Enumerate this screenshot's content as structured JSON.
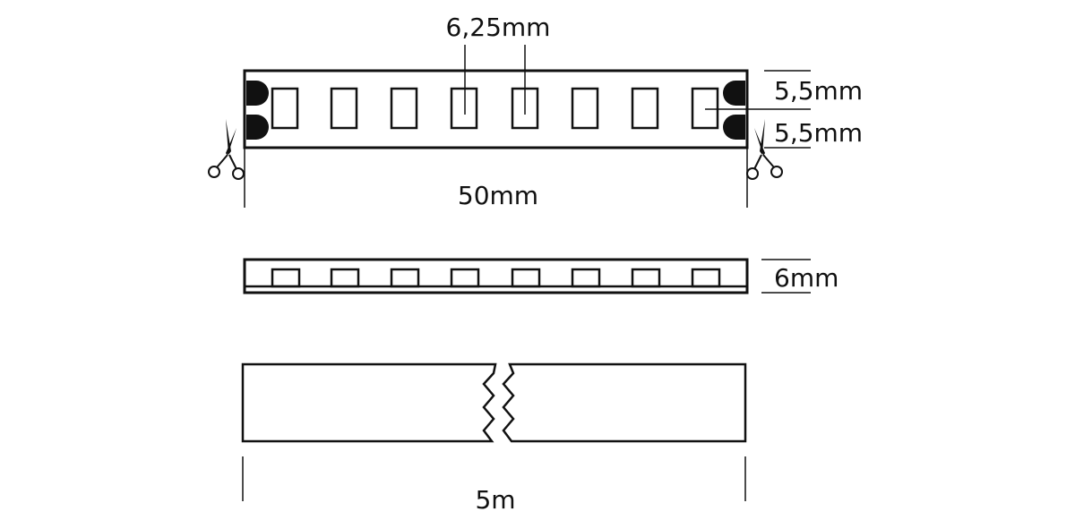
{
  "labels": {
    "led_pitch": "6,25mm",
    "pad_offset_top": "5,5mm",
    "pad_offset_bottom": "5,5mm",
    "segment_length": "50mm",
    "thickness": "6mm",
    "total_length": "5m"
  },
  "icons": {
    "cut_mark": "scissors-icon",
    "break_mark": "zigzag-break-icon"
  },
  "colors": {
    "line": "#111111",
    "background": "#ffffff"
  }
}
